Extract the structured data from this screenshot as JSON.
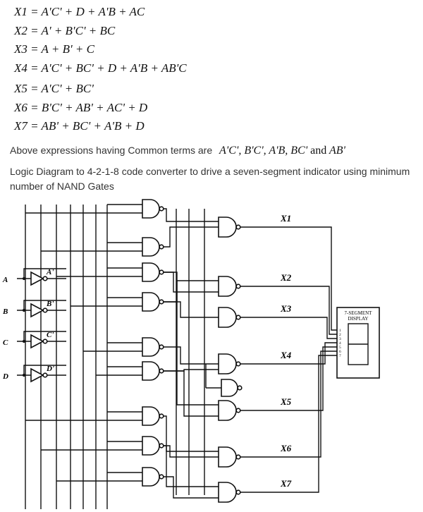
{
  "equations": [
    {
      "lhs": "X1",
      "rhs": "= A'C' + D + A'B + AC"
    },
    {
      "lhs": "X2",
      "rhs": "= A' + B'C' + BC"
    },
    {
      "lhs": "X3",
      "rhs": "= A + B' + C"
    },
    {
      "lhs": "X4",
      "rhs": "= A'C' + BC' + D + A'B + AB'C"
    },
    {
      "lhs": "X5",
      "rhs": "= A'C' + BC'"
    },
    {
      "lhs": "X6",
      "rhs": "= B'C' + AB' + AC' + D"
    },
    {
      "lhs": "X7",
      "rhs": "= AB' + BC' + A'B + D"
    }
  ],
  "common_text": "Above expressions having Common terms are",
  "common_terms": "A'C', B'C', A'B, BC'",
  "common_and": "and",
  "common_last": "AB'",
  "description": "Logic Diagram to 4-2-1-8 code converter to drive a seven-segment indicator using minimum number of NAND Gates",
  "diagram": {
    "inputs": [
      "A",
      "B",
      "C",
      "D"
    ],
    "complements": [
      "A'",
      "B'",
      "C'",
      "D'"
    ],
    "outputs": [
      "X1",
      "X2",
      "X3",
      "X4",
      "X5",
      "X6",
      "X7"
    ],
    "display_title_1": "7-SEGMENT",
    "display_title_2": "DISPLAY",
    "pins": [
      "1",
      "2",
      "3",
      "4",
      "5",
      "6",
      "7"
    ]
  }
}
